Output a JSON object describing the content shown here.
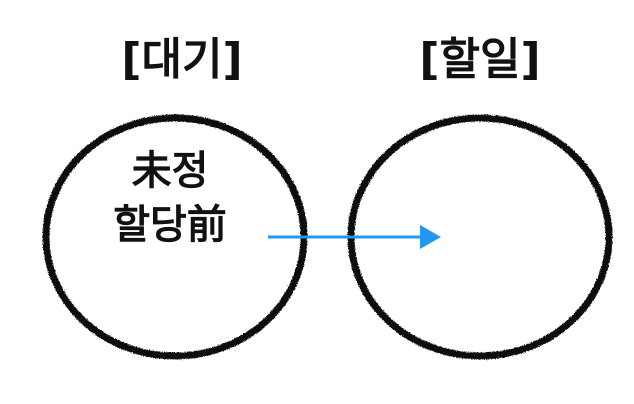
{
  "left_node": {
    "title": "[대기]",
    "line1": "未정",
    "line2": "할당前"
  },
  "right_node": {
    "title": "[할일]"
  },
  "colors": {
    "circle_stroke": "#111111",
    "arrow": "#2196f3",
    "text": "#111111"
  }
}
